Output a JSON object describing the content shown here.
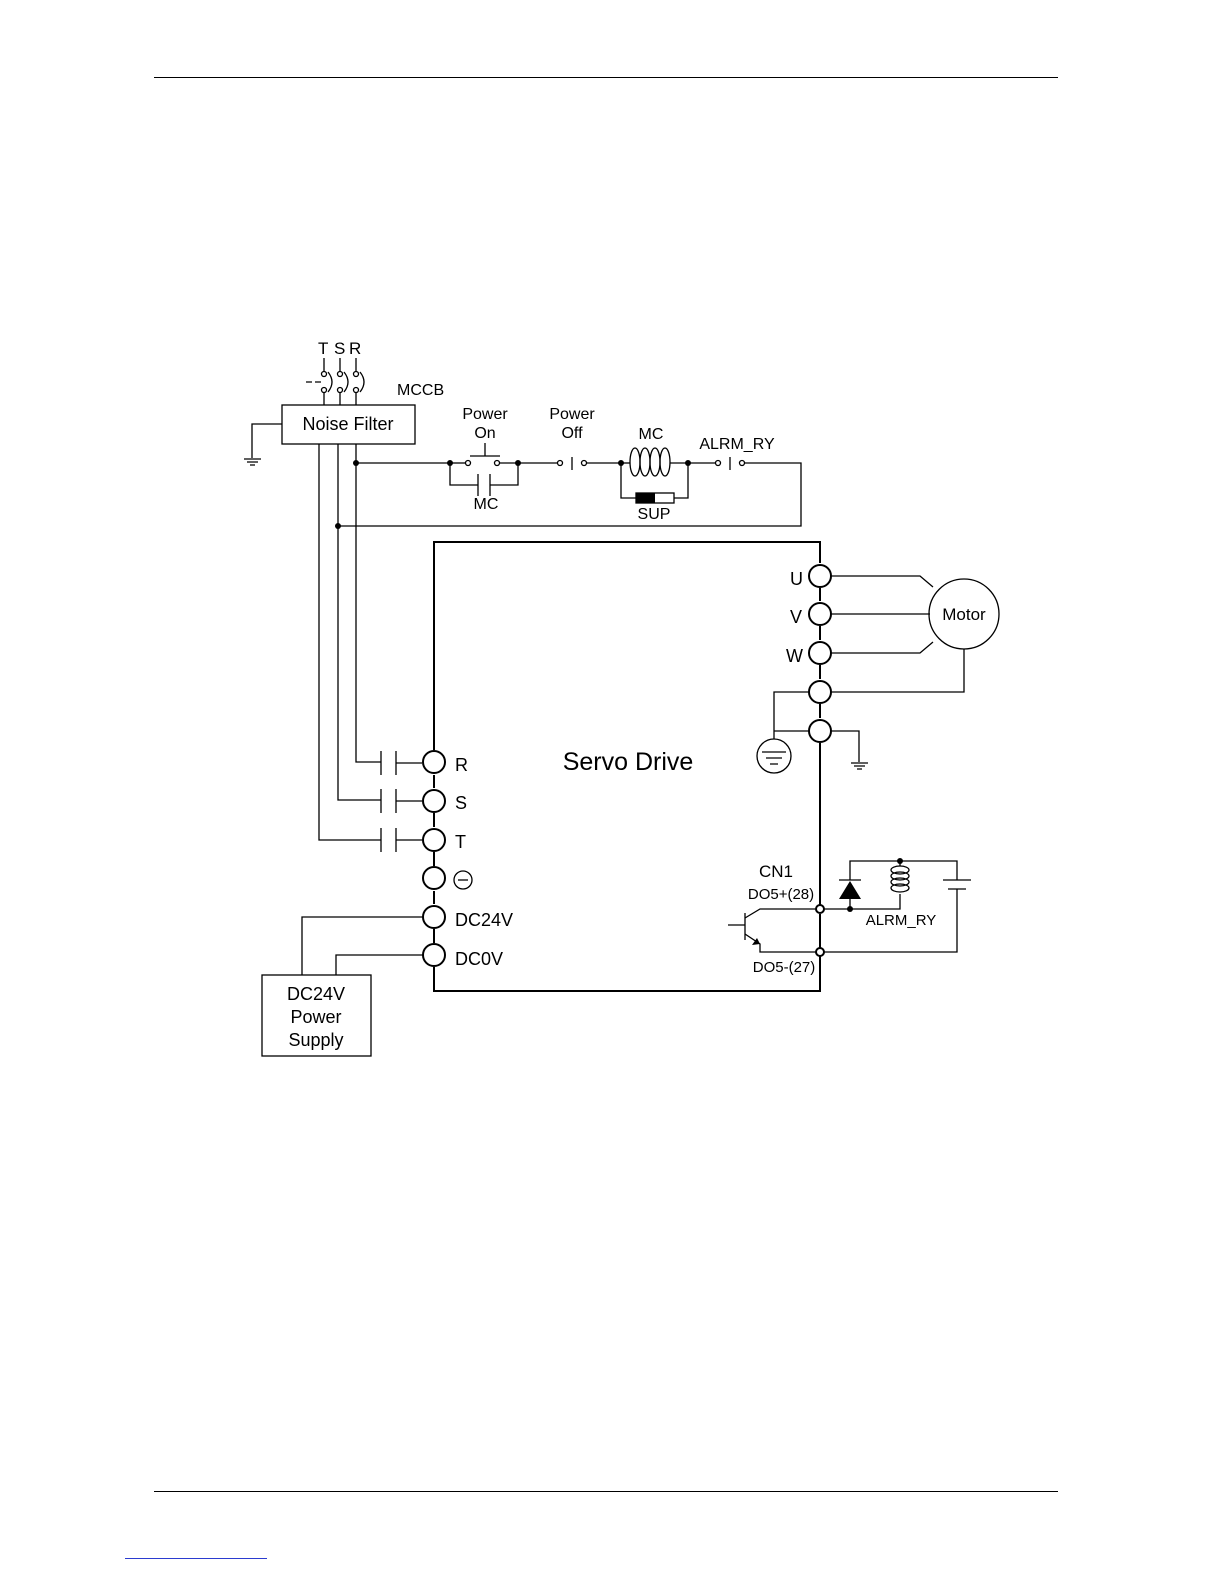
{
  "phases": {
    "t": "T",
    "s": "S",
    "r": "R"
  },
  "labels": {
    "mccb": "MCCB",
    "noise_filter": "Noise Filter",
    "power_on_1": "Power",
    "power_on_2": "On",
    "power_off_1": "Power",
    "power_off_2": "Off",
    "mc_coil": "MC",
    "mc_contact": "MC",
    "alrm_ry_top": "ALRM_RY",
    "sup": "SUP",
    "servo_drive": "Servo Drive",
    "motor": "Motor",
    "cn1": "CN1",
    "do5_plus": "DO5+(28)",
    "do5_minus": "DO5-(27)",
    "alrm_ry_coil": "ALRM_RY",
    "dc24v_supply_1": "DC24V",
    "dc24v_supply_2": "Power",
    "dc24v_supply_3": "Supply"
  },
  "terminals": {
    "u": "U",
    "v": "V",
    "w": "W",
    "r": "R",
    "s": "S",
    "t": "T",
    "minus": "⊖",
    "dc24v": "DC24V",
    "dc0v": "DC0V"
  }
}
